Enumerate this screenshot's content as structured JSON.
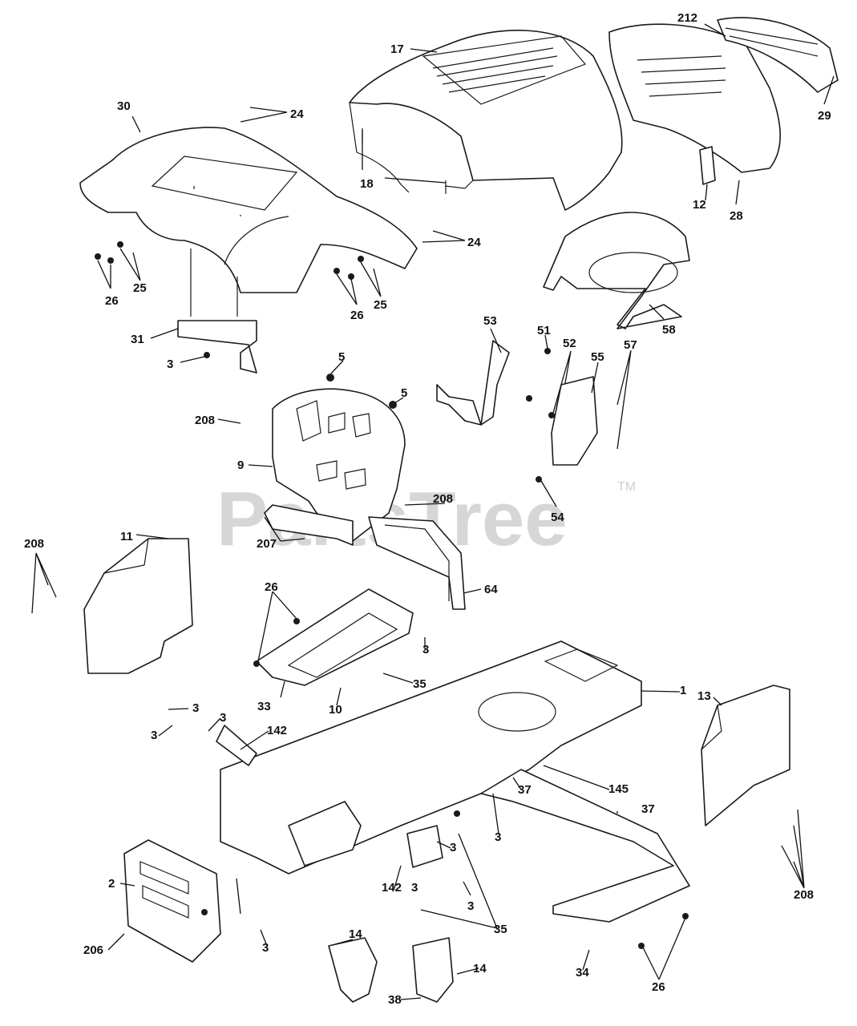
{
  "watermark": {
    "text": "PartsTree",
    "trademark": "TM"
  },
  "callouts": [
    {
      "id": "c-17",
      "label": "17"
    },
    {
      "id": "c-212",
      "label": "212"
    },
    {
      "id": "c-29",
      "label": "29"
    },
    {
      "id": "c-30",
      "label": "30"
    },
    {
      "id": "c-24a",
      "label": "24"
    },
    {
      "id": "c-18",
      "label": "18"
    },
    {
      "id": "c-12",
      "label": "12"
    },
    {
      "id": "c-28",
      "label": "28"
    },
    {
      "id": "c-24b",
      "label": "24"
    },
    {
      "id": "c-26a",
      "label": "26"
    },
    {
      "id": "c-25a",
      "label": "25"
    },
    {
      "id": "c-26b",
      "label": "26"
    },
    {
      "id": "c-25b",
      "label": "25"
    },
    {
      "id": "c-58",
      "label": "58"
    },
    {
      "id": "c-31",
      "label": "31"
    },
    {
      "id": "c-3a",
      "label": "3"
    },
    {
      "id": "c-53",
      "label": "53"
    },
    {
      "id": "c-51",
      "label": "51"
    },
    {
      "id": "c-52",
      "label": "52"
    },
    {
      "id": "c-55",
      "label": "55"
    },
    {
      "id": "c-57",
      "label": "57"
    },
    {
      "id": "c-5a",
      "label": "5"
    },
    {
      "id": "c-5b",
      "label": "5"
    },
    {
      "id": "c-208a",
      "label": "208"
    },
    {
      "id": "c-9",
      "label": "9"
    },
    {
      "id": "c-54",
      "label": "54"
    },
    {
      "id": "c-208b",
      "label": "208"
    },
    {
      "id": "c-207",
      "label": "207"
    },
    {
      "id": "c-11",
      "label": "11"
    },
    {
      "id": "c-208c",
      "label": "208"
    },
    {
      "id": "c-64",
      "label": "64"
    },
    {
      "id": "c-26c",
      "label": "26"
    },
    {
      "id": "c-3b",
      "label": "3"
    },
    {
      "id": "c-35a",
      "label": "35"
    },
    {
      "id": "c-33",
      "label": "33"
    },
    {
      "id": "c-10",
      "label": "10"
    },
    {
      "id": "c-1",
      "label": "1"
    },
    {
      "id": "c-13",
      "label": "13"
    },
    {
      "id": "c-3c",
      "label": "3"
    },
    {
      "id": "c-3d",
      "label": "3"
    },
    {
      "id": "c-3e",
      "label": "3"
    },
    {
      "id": "c-142a",
      "label": "142"
    },
    {
      "id": "c-145",
      "label": "145"
    },
    {
      "id": "c-37a",
      "label": "37"
    },
    {
      "id": "c-37b",
      "label": "37"
    },
    {
      "id": "c-3f",
      "label": "3"
    },
    {
      "id": "c-2",
      "label": "2"
    },
    {
      "id": "c-3g",
      "label": "3"
    },
    {
      "id": "c-142b",
      "label": "142"
    },
    {
      "id": "c-3h",
      "label": "3"
    },
    {
      "id": "c-3i",
      "label": "3"
    },
    {
      "id": "c-208d",
      "label": "208"
    },
    {
      "id": "c-206",
      "label": "206"
    },
    {
      "id": "c-3j",
      "label": "3"
    },
    {
      "id": "c-35b",
      "label": "35"
    },
    {
      "id": "c-14a",
      "label": "14"
    },
    {
      "id": "c-14b",
      "label": "14"
    },
    {
      "id": "c-34",
      "label": "34"
    },
    {
      "id": "c-26d",
      "label": "26"
    },
    {
      "id": "c-38",
      "label": "38"
    }
  ]
}
